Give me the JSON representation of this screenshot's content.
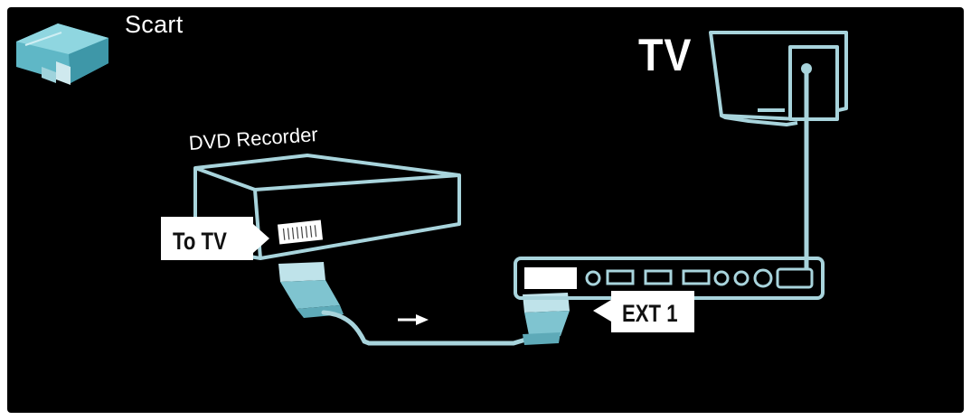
{
  "labels": {
    "scart": "Scart",
    "tv": "TV",
    "dvd_recorder": "DVD Recorder",
    "to_tv": "To TV",
    "ext1": "EXT 1"
  },
  "colors": {
    "background": "#000000",
    "line": "#a8d4dc",
    "connector": "#7fc4d0",
    "callout": "#ffffff",
    "callout_text": "#111111"
  },
  "icons": {
    "scart_plug": "scart-connector-icon",
    "tv": "tv-icon",
    "arrow": "right-arrow-icon"
  }
}
